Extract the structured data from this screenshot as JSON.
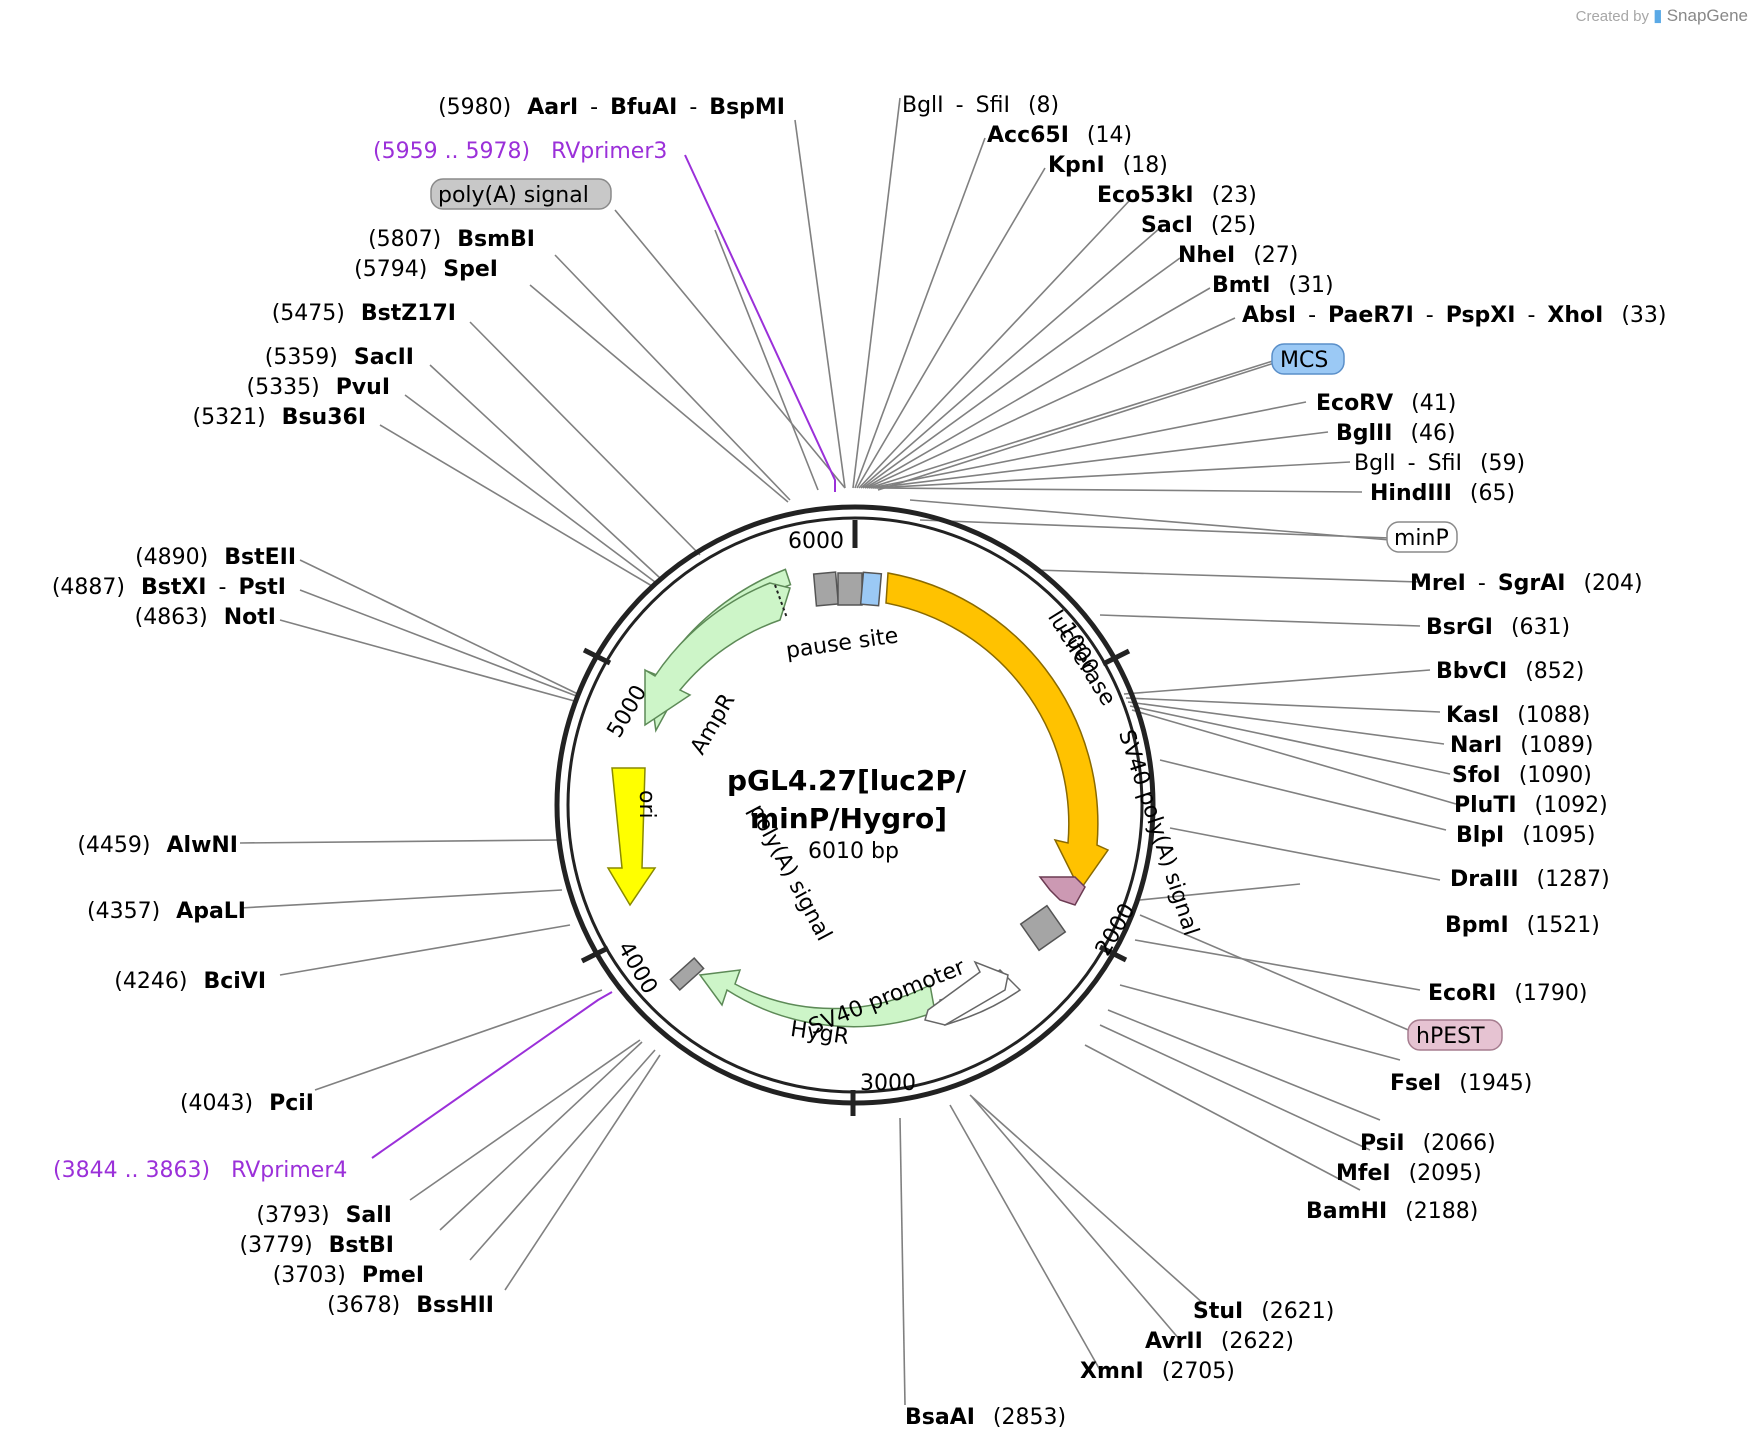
{
  "credit": {
    "prefix": "Created by",
    "brand": "SnapGene"
  },
  "plasmid": {
    "name_line1": "pGL4.27[luc2P/",
    "name_line2": "minP/Hygro]",
    "size": "6010 bp"
  },
  "ticks": [
    {
      "label": "6000",
      "pos": 6000
    },
    {
      "label": "1000",
      "pos": 1000
    },
    {
      "label": "2000",
      "pos": 2000
    },
    {
      "label": "3000",
      "pos": 3000
    },
    {
      "label": "4000",
      "pos": 4000
    },
    {
      "label": "5000",
      "pos": 5000
    }
  ],
  "features": [
    {
      "name": "luciferase",
      "color": "#ffc200"
    },
    {
      "name": "AmpR",
      "color": "#cdf5c8"
    },
    {
      "name": "ori",
      "color": "#ffff00"
    },
    {
      "name": "HygR",
      "color": "#cdf5c8"
    },
    {
      "name": "SV40 promoter",
      "color": "#ffffff"
    },
    {
      "name": "SV40 poly(A) signal",
      "color": "#a5a5a5"
    },
    {
      "name": "poly(A) signal",
      "color": "#a5a5a5"
    },
    {
      "name": "pause site",
      "color": "#a5a5a5"
    },
    {
      "name": "hPEST",
      "color": "#cc99b3"
    }
  ],
  "boxed_features": [
    {
      "name": "poly(A) signal",
      "fill": "#c8c8c8",
      "stroke": "#8a8a8a"
    },
    {
      "name": "MCS",
      "fill": "#9bc9f5",
      "stroke": "#5a8fc9"
    },
    {
      "name": "minP",
      "fill": "#ffffff",
      "stroke": "#8a8a8a"
    },
    {
      "name": "hPEST",
      "fill": "#e6c3d2",
      "stroke": "#a67d8f"
    }
  ],
  "primers": [
    {
      "pos": "(5959 .. 5978)",
      "name": "RVprimer3"
    },
    {
      "pos": "(3844 .. 3863)",
      "name": "RVprimer4"
    }
  ],
  "right_sites": [
    {
      "names": [
        {
          "t": "BglI",
          "b": false
        },
        {
          "t": "SfiI",
          "b": false
        }
      ],
      "pos": "(8)"
    },
    {
      "names": [
        {
          "t": "Acc65I",
          "b": true
        }
      ],
      "pos": "(14)"
    },
    {
      "names": [
        {
          "t": "KpnI",
          "b": true
        }
      ],
      "pos": "(18)"
    },
    {
      "names": [
        {
          "t": "Eco53kI",
          "b": true
        }
      ],
      "pos": "(23)"
    },
    {
      "names": [
        {
          "t": "SacI",
          "b": true
        }
      ],
      "pos": "(25)"
    },
    {
      "names": [
        {
          "t": "NheI",
          "b": true
        }
      ],
      "pos": "(27)"
    },
    {
      "names": [
        {
          "t": "BmtI",
          "b": true
        }
      ],
      "pos": "(31)"
    },
    {
      "names": [
        {
          "t": "AbsI",
          "b": true
        },
        {
          "t": "PaeR7I",
          "b": true
        },
        {
          "t": "PspXI",
          "b": true
        },
        {
          "t": "XhoI",
          "b": true
        }
      ],
      "pos": "(33)"
    },
    {
      "names": [
        {
          "t": "EcoRV",
          "b": true
        }
      ],
      "pos": "(41)"
    },
    {
      "names": [
        {
          "t": "BglII",
          "b": true
        }
      ],
      "pos": "(46)"
    },
    {
      "names": [
        {
          "t": "BglI",
          "b": false
        },
        {
          "t": "SfiI",
          "b": false
        }
      ],
      "pos": "(59)"
    },
    {
      "names": [
        {
          "t": "HindIII",
          "b": true
        }
      ],
      "pos": "(65)"
    },
    {
      "names": [
        {
          "t": "MreI",
          "b": true
        },
        {
          "t": "SgrAI",
          "b": true
        }
      ],
      "pos": "(204)"
    },
    {
      "names": [
        {
          "t": "BsrGI",
          "b": true
        }
      ],
      "pos": "(631)"
    },
    {
      "names": [
        {
          "t": "BbvCI",
          "b": true
        }
      ],
      "pos": "(852)"
    },
    {
      "names": [
        {
          "t": "KasI",
          "b": true
        }
      ],
      "pos": "(1088)"
    },
    {
      "names": [
        {
          "t": "NarI",
          "b": true
        }
      ],
      "pos": "(1089)"
    },
    {
      "names": [
        {
          "t": "SfoI",
          "b": true
        }
      ],
      "pos": "(1090)"
    },
    {
      "names": [
        {
          "t": "PluTI",
          "b": true
        }
      ],
      "pos": "(1092)"
    },
    {
      "names": [
        {
          "t": "BlpI",
          "b": true
        }
      ],
      "pos": "(1095)"
    },
    {
      "names": [
        {
          "t": "DraIII",
          "b": true
        }
      ],
      "pos": "(1287)"
    },
    {
      "names": [
        {
          "t": "BpmI",
          "b": true
        }
      ],
      "pos": "(1521)"
    },
    {
      "names": [
        {
          "t": "EcoRI",
          "b": true
        }
      ],
      "pos": "(1790)"
    },
    {
      "names": [
        {
          "t": "FseI",
          "b": true
        }
      ],
      "pos": "(1945)"
    },
    {
      "names": [
        {
          "t": "PsiI",
          "b": true
        }
      ],
      "pos": "(2066)"
    },
    {
      "names": [
        {
          "t": "MfeI",
          "b": true
        }
      ],
      "pos": "(2095)"
    },
    {
      "names": [
        {
          "t": "BamHI",
          "b": true
        }
      ],
      "pos": "(2188)"
    },
    {
      "names": [
        {
          "t": "StuI",
          "b": true
        }
      ],
      "pos": "(2621)"
    },
    {
      "names": [
        {
          "t": "AvrII",
          "b": true
        }
      ],
      "pos": "(2622)"
    },
    {
      "names": [
        {
          "t": "XmnI",
          "b": true
        }
      ],
      "pos": "(2705)"
    },
    {
      "names": [
        {
          "t": "BsaAI",
          "b": true
        }
      ],
      "pos": "(2853)"
    }
  ],
  "left_sites": [
    {
      "pos": "(5980)",
      "names": [
        "AarI",
        "BfuAI",
        "BspMI"
      ]
    },
    {
      "pos": "(5807)",
      "names": [
        "BsmBI"
      ]
    },
    {
      "pos": "(5794)",
      "names": [
        "SpeI"
      ]
    },
    {
      "pos": "(5475)",
      "names": [
        "BstZ17I"
      ]
    },
    {
      "pos": "(5359)",
      "names": [
        "SacII"
      ]
    },
    {
      "pos": "(5335)",
      "names": [
        "PvuI"
      ]
    },
    {
      "pos": "(5321)",
      "names": [
        "Bsu36I"
      ]
    },
    {
      "pos": "(4890)",
      "names": [
        "BstEII"
      ]
    },
    {
      "pos": "(4887)",
      "names": [
        "BstXI",
        "PstI"
      ]
    },
    {
      "pos": "(4863)",
      "names": [
        "NotI"
      ]
    },
    {
      "pos": "(4459)",
      "names": [
        "AlwNI"
      ]
    },
    {
      "pos": "(4357)",
      "names": [
        "ApaLI"
      ]
    },
    {
      "pos": "(4246)",
      "names": [
        "BciVI"
      ]
    },
    {
      "pos": "(4043)",
      "names": [
        "PciI"
      ]
    },
    {
      "pos": "(3793)",
      "names": [
        "SalI"
      ]
    },
    {
      "pos": "(3779)",
      "names": [
        "BstBI"
      ]
    },
    {
      "pos": "(3703)",
      "names": [
        "PmeI"
      ]
    },
    {
      "pos": "(3678)",
      "names": [
        "BssHII"
      ]
    }
  ]
}
